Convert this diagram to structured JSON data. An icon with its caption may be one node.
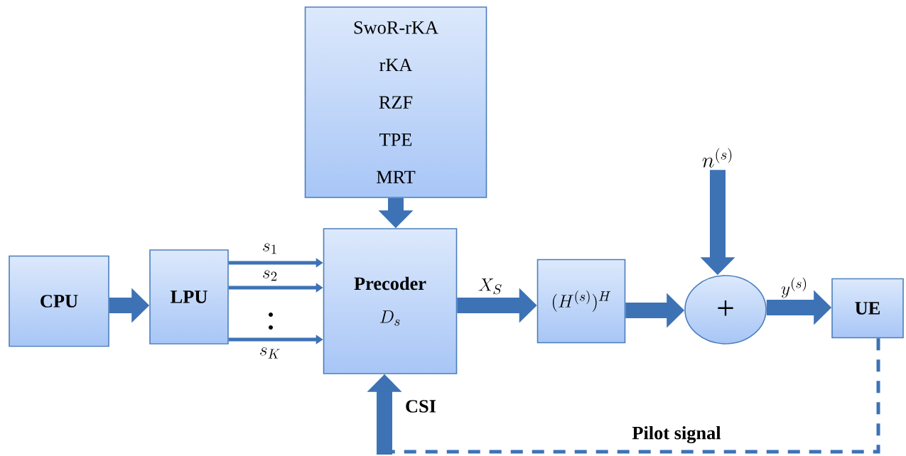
{
  "diagram": {
    "nodes": [
      {
        "text": [
          "SwoR-rKA",
          "rKA",
          "RZF",
          "TPE",
          "MRT"
        ]
      },
      {
        "text": [
          "CPU"
        ]
      },
      {
        "text": [
          "LPU"
        ]
      },
      {
        "text": [
          "Precoder",
          "D_{s}"
        ]
      },
      {
        "text": [
          "(H^{(s)})^{H}"
        ]
      },
      {
        "text": [
          "+"
        ]
      },
      {
        "text": [
          "UE"
        ]
      },
      {
        "text": [
          "n^{(s)}"
        ]
      }
    ],
    "edges": [
      {
        "from": 0,
        "to": 3,
        "arrow": "to"
      },
      {
        "from": 1,
        "to": 2,
        "arrow": "to"
      },
      {
        "from": 2,
        "to": 3,
        "arrow": "to",
        "label": "s_{1}"
      },
      {
        "from": 2,
        "to": 3,
        "arrow": "to",
        "label": "s_{2}"
      },
      {
        "from": 2,
        "to": 3,
        "arrow": "to",
        "label": "s_{K}"
      },
      {
        "from": 3,
        "to": 4,
        "arrow": "to",
        "label": "X_{S}"
      },
      {
        "from": 4,
        "to": 5,
        "arrow": "to"
      },
      {
        "from": 7,
        "to": 5,
        "arrow": "to"
      },
      {
        "from": 5,
        "to": 6,
        "arrow": "to",
        "label": "y^{(s)}"
      },
      {
        "from": 6,
        "to": null,
        "arrow": "none",
        "style": "dashed",
        "label": "Pilot signal"
      },
      {
        "from": null,
        "to": 3,
        "arrow": "to",
        "label": "CSI"
      }
    ]
  }
}
